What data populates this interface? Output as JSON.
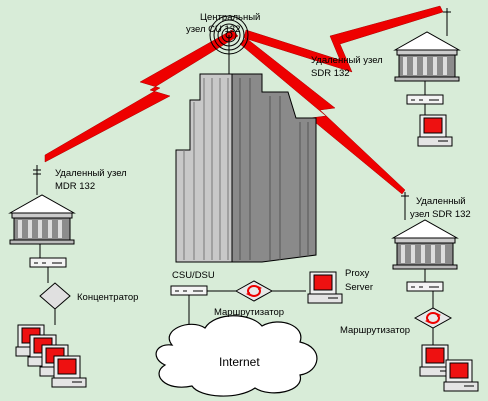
{
  "colors": {
    "background": "#d8ecd8",
    "link": "#ee0000",
    "line": "#000000",
    "building": "#9a9a9a",
    "screen": "#ee1111",
    "cloud": "#ffffff"
  },
  "labels": {
    "central_1": "Центральный",
    "central_2": "узел  CU 132",
    "sdr_top_1": "Удаленный узел",
    "sdr_top_2": "SDR 132",
    "mdr_1": "Удаленный узел",
    "mdr_2": "MDR 132",
    "sdr_bottom_1": "Удаленный",
    "sdr_bottom_2": "узел SDR 132",
    "hub": "Концентратор",
    "csu": "CSU/DSU",
    "router_center": "Маршрутизатор",
    "router_right": "Маршрутизатор",
    "proxy_1": "Proxy",
    "proxy_2": "Server",
    "internet": "Internet"
  },
  "icons": [
    "antenna-icon",
    "building-icon",
    "skyscraper-icon",
    "computer-icon",
    "modem-icon",
    "hub-icon",
    "router-icon",
    "cloud-icon",
    "lightning-link-icon"
  ]
}
